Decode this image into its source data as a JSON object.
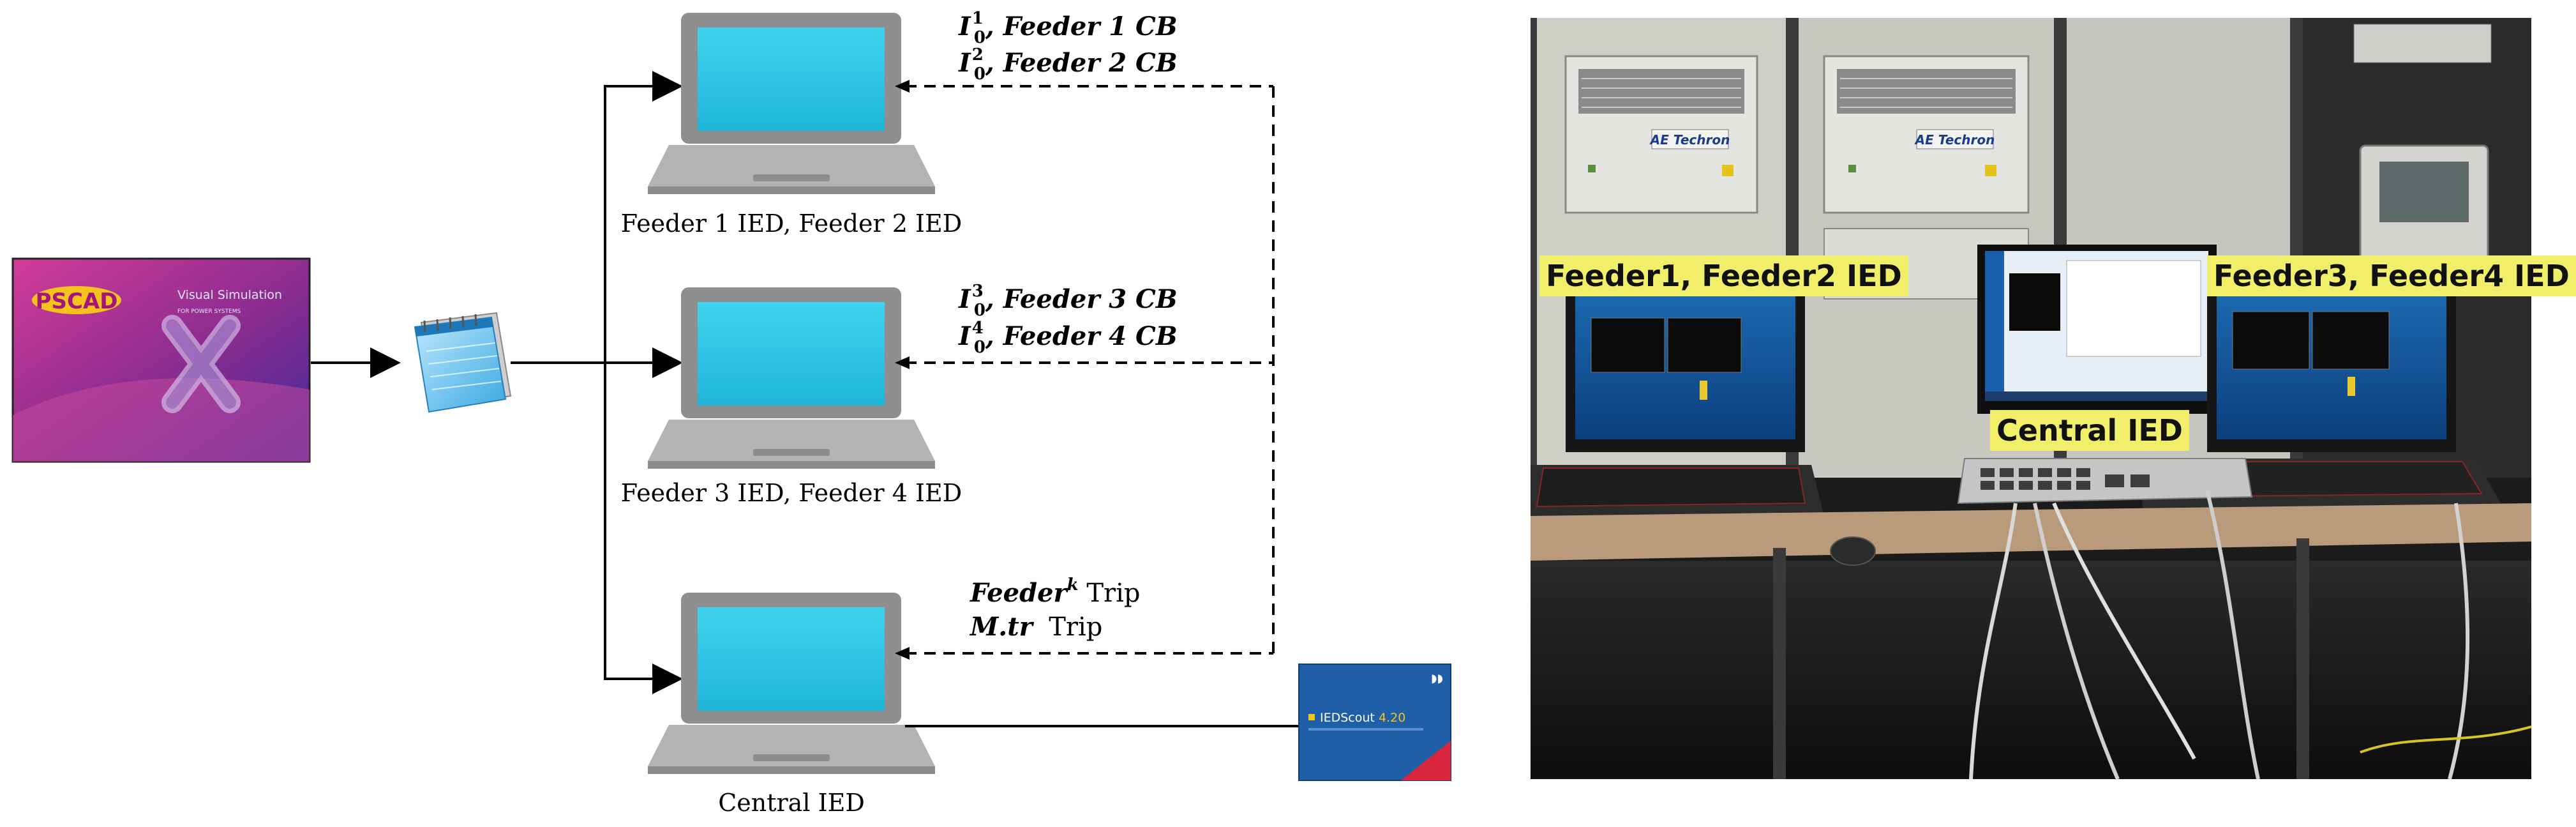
{
  "diagram": {
    "laptop_labels": {
      "top": "Feeder 1 IED, Feeder 2 IED",
      "middle": "Feeder 3 IED, Feeder 4 IED",
      "bottom": "Central IED"
    },
    "messages": {
      "top": [
        {
          "var": "I",
          "sub": "0",
          "sup": "1",
          "text": ", Feeder 1 CB"
        },
        {
          "var": "I",
          "sub": "0",
          "sup": "2",
          "text": ", Feeder 2 CB"
        }
      ],
      "middle": [
        {
          "var": "I",
          "sub": "0",
          "sup": "3",
          "text": ", Feeder 3 CB"
        },
        {
          "var": "I",
          "sub": "0",
          "sup": "4",
          "text": ", Feeder 4 CB"
        }
      ],
      "bottom": [
        {
          "bold": "Feeder",
          "sup": "k",
          "text": " Trip"
        },
        {
          "bold": "M.tr",
          "text": "  Trip"
        }
      ]
    },
    "pscad": {
      "logo": "PSCAD",
      "line1": "Visual Simulation",
      "line2": "FOR POWER SYSTEMS",
      "mark": "X"
    },
    "iedscout": {
      "name": "IEDScout",
      "version": "4.20"
    }
  },
  "photo": {
    "labels": {
      "left": "Feeder1, Feeder2 IED",
      "center": "Central IED",
      "right": "Feeder3, Feeder4 IED"
    },
    "equipment_text": {
      "amp1": "AE Techron",
      "amp2": "AE Techron"
    }
  },
  "colors": {
    "laptop_screen": "#29c4e4",
    "laptop_body": "#9d9d9d",
    "label_highlight": "#f1ef6a",
    "pscad_bg": "#8a2c8f",
    "iedscout_bg": "#1f5fa8"
  }
}
